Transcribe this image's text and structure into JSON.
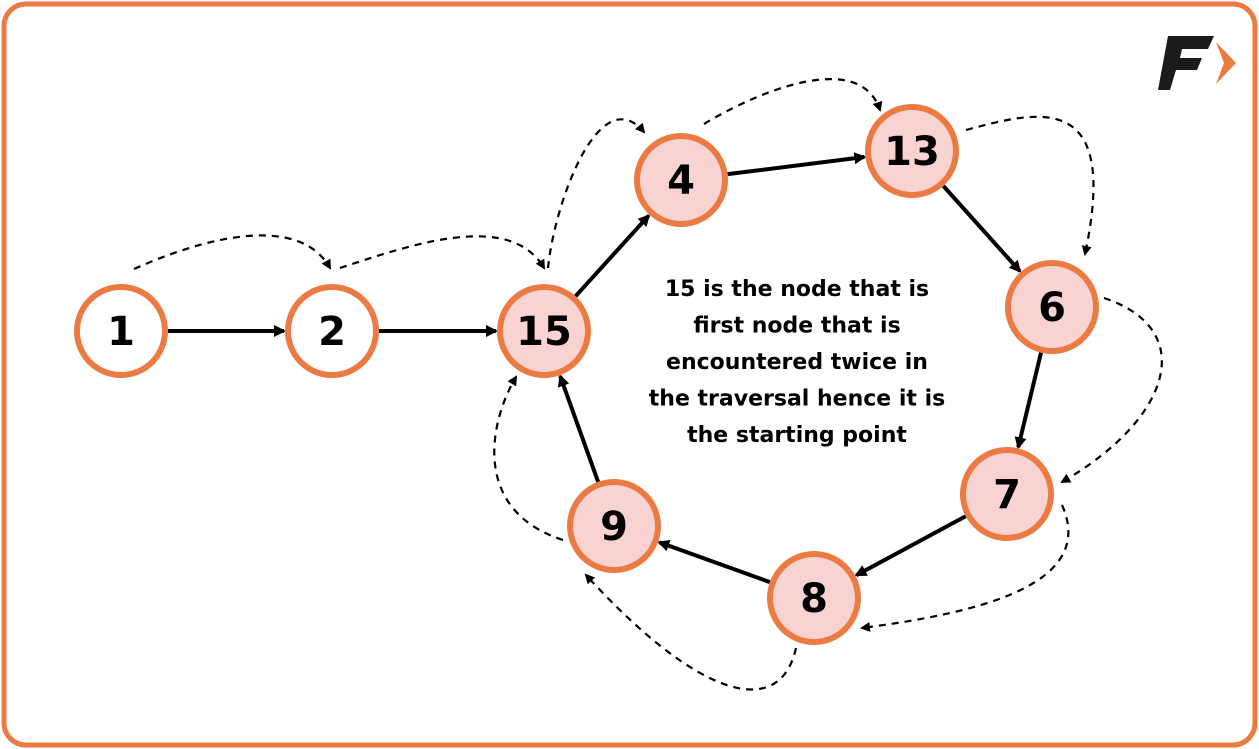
{
  "colors": {
    "frame": "#ec7a43",
    "node_stroke": "#ec7a43",
    "node_fill_plain": "#ffffff",
    "node_fill_cycle": "#f8d3d1",
    "arrow": "#000000",
    "logo_dark": "#1b1b1b",
    "logo_accent": "#ec7a43"
  },
  "logo": {
    "icon": "logo-f-arrow-icon"
  },
  "nodes": [
    {
      "id": "n1",
      "label": "1",
      "style": "plain"
    },
    {
      "id": "n2",
      "label": "2",
      "style": "plain"
    },
    {
      "id": "n15",
      "label": "15",
      "style": "cycle"
    },
    {
      "id": "n4",
      "label": "4",
      "style": "cycle"
    },
    {
      "id": "n13",
      "label": "13",
      "style": "cycle"
    },
    {
      "id": "n6",
      "label": "6",
      "style": "cycle"
    },
    {
      "id": "n7",
      "label": "7",
      "style": "cycle"
    },
    {
      "id": "n8",
      "label": "8",
      "style": "cycle"
    },
    {
      "id": "n9",
      "label": "9",
      "style": "cycle"
    }
  ],
  "edges": [
    {
      "from": "n1",
      "to": "n2"
    },
    {
      "from": "n2",
      "to": "n15"
    },
    {
      "from": "n15",
      "to": "n4"
    },
    {
      "from": "n4",
      "to": "n13"
    },
    {
      "from": "n13",
      "to": "n6"
    },
    {
      "from": "n6",
      "to": "n7"
    },
    {
      "from": "n7",
      "to": "n8"
    },
    {
      "from": "n8",
      "to": "n9"
    },
    {
      "from": "n9",
      "to": "n15"
    }
  ],
  "traversal_edges": [
    {
      "from": "n1",
      "to": "n2"
    },
    {
      "from": "n2",
      "to": "n15"
    },
    {
      "from": "n15",
      "to": "n4"
    },
    {
      "from": "n4",
      "to": "n13"
    },
    {
      "from": "n13",
      "to": "n6"
    },
    {
      "from": "n6",
      "to": "n7"
    },
    {
      "from": "n7",
      "to": "n8"
    },
    {
      "from": "n8",
      "to": "n9"
    },
    {
      "from": "n9",
      "to": "n15"
    }
  ],
  "caption": {
    "lines": [
      "15 is the node that is",
      "first node that is",
      "encountered twice in",
      "the traversal hence it is",
      "the starting point"
    ]
  }
}
